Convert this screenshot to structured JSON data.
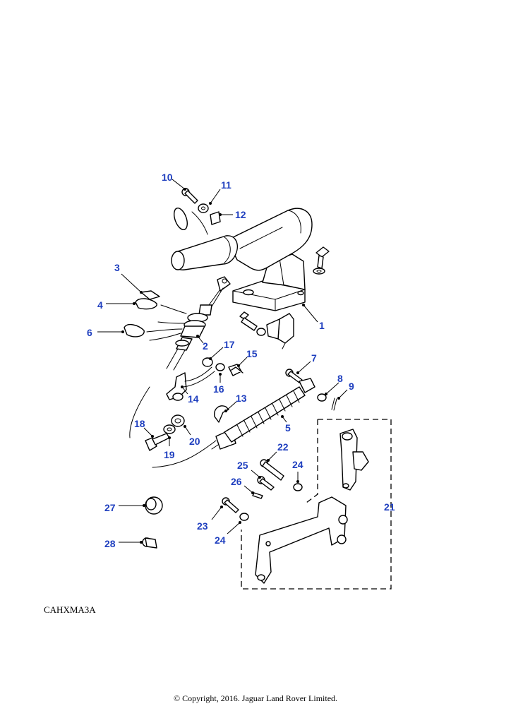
{
  "diagram": {
    "reference_code": "CAHXMA3A",
    "copyright": "© Copyright, 2016. Jaguar Land Rover Limited.",
    "label_color": "#1f3fbf",
    "callouts": [
      {
        "id": "c10",
        "label": "10"
      },
      {
        "id": "c11",
        "label": "11"
      },
      {
        "id": "c12",
        "label": "12"
      },
      {
        "id": "c3",
        "label": "3"
      },
      {
        "id": "c4",
        "label": "4"
      },
      {
        "id": "c6",
        "label": "6"
      },
      {
        "id": "c1",
        "label": "1"
      },
      {
        "id": "c2",
        "label": "2"
      },
      {
        "id": "c17",
        "label": "17"
      },
      {
        "id": "c15",
        "label": "15"
      },
      {
        "id": "c7",
        "label": "7"
      },
      {
        "id": "c8",
        "label": "8"
      },
      {
        "id": "c9",
        "label": "9"
      },
      {
        "id": "c16",
        "label": "16"
      },
      {
        "id": "c14",
        "label": "14"
      },
      {
        "id": "c13",
        "label": "13"
      },
      {
        "id": "c5",
        "label": "5"
      },
      {
        "id": "c18",
        "label": "18"
      },
      {
        "id": "c20",
        "label": "20"
      },
      {
        "id": "c19",
        "label": "19"
      },
      {
        "id": "c22",
        "label": "22"
      },
      {
        "id": "c25",
        "label": "25"
      },
      {
        "id": "c24a",
        "label": "24"
      },
      {
        "id": "c26",
        "label": "26"
      },
      {
        "id": "c21",
        "label": "21"
      },
      {
        "id": "c27",
        "label": "27"
      },
      {
        "id": "c23",
        "label": "23"
      },
      {
        "id": "c24b",
        "label": "24"
      },
      {
        "id": "c28",
        "label": "28"
      }
    ]
  }
}
